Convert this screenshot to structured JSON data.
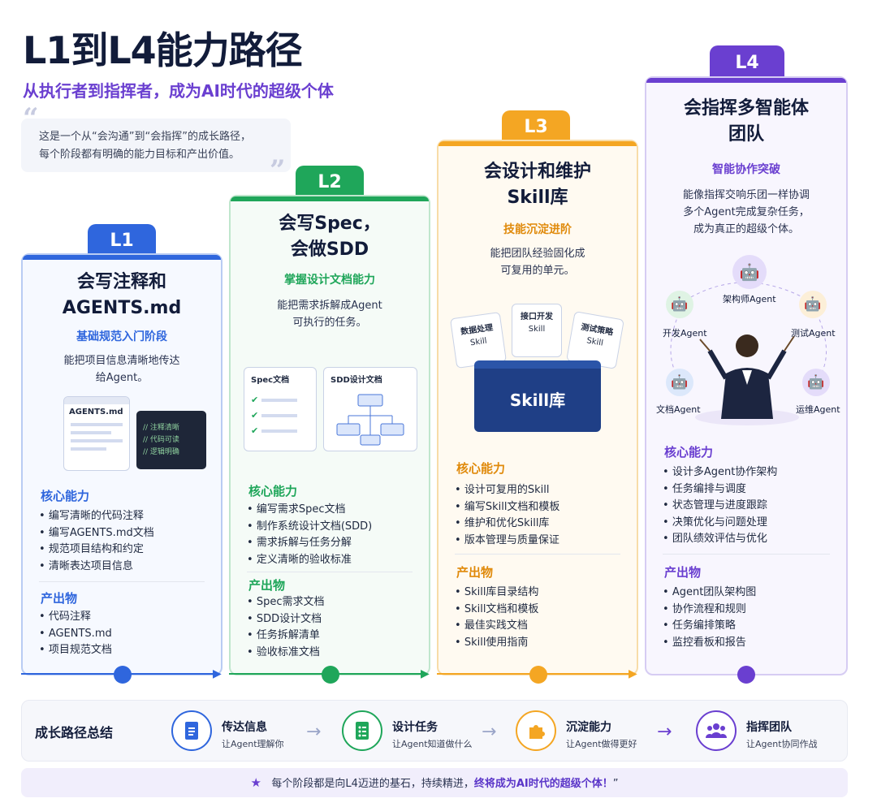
{
  "header": {
    "title": "L1到L4能力路径",
    "subtitle": "从执行者到指挥者，成为AI时代的超级个体",
    "intro_line1": "这是一个从“会沟通”到“会指挥”的成长路径，",
    "intro_line2": "每个阶段都有明确的能力目标和产出价值。"
  },
  "colors": {
    "l1": "#2f66dd",
    "l2": "#1fa65a",
    "l3": "#f4a623",
    "l4": "#6a3fd0"
  },
  "cards": [
    {
      "badge": "L1",
      "title_line1": "会写注释和",
      "title_line2": "AGENTS.md",
      "subtitle": "基础规范入门阶段",
      "desc_line1": "能把项目信息清晰地传达",
      "desc_line2": "给Agent。",
      "illustration": {
        "doc_title": "AGENTS.md",
        "code_lines": [
          "// 注释清晰",
          "// 代码可读",
          "// 逻辑明确"
        ]
      },
      "core_title": "核心能力",
      "core": [
        "编写清晰的代码注释",
        "编写AGENTS.md文档",
        "规范项目结构和约定",
        "清晰表达项目信息"
      ],
      "output_title": "产出物",
      "outputs": [
        "代码注释",
        "AGENTS.md",
        "项目规范文档"
      ]
    },
    {
      "badge": "L2",
      "title_line1": "会写Spec，",
      "title_line2": "会做SDD",
      "subtitle": "掌握设计文档能力",
      "desc_line1": "能把需求拆解成Agent",
      "desc_line2": "可执行的任务。",
      "illustration": {
        "doc1_title": "Spec文档",
        "doc2_title": "SDD设计文档"
      },
      "core_title": "核心能力",
      "core": [
        "编写需求Spec文档",
        "制作系统设计文档(SDD)",
        "需求拆解与任务分解",
        "定义清晰的验收标准"
      ],
      "output_title": "产出物",
      "outputs": [
        "Spec需求文档",
        "SDD设计文档",
        "任务拆解清单",
        "验收标准文档"
      ]
    },
    {
      "badge": "L3",
      "title_line1": "会设计和维护",
      "title_line2": "Skill库",
      "subtitle": "技能沉淀进阶",
      "desc_line1": "能把团队经验固化成",
      "desc_line2": "可复用的单元。",
      "illustration": {
        "box_label": "Skill库",
        "cards": [
          {
            "line1": "数据处理",
            "line2": "Skill"
          },
          {
            "line1": "接口开发",
            "line2": "Skill"
          },
          {
            "line1": "测试策略",
            "line2": "Skill"
          }
        ]
      },
      "core_title": "核心能力",
      "core": [
        "设计可复用的Skill",
        "编写Skill文档和模板",
        "维护和优化Skill库",
        "版本管理与质量保证"
      ],
      "output_title": "产出物",
      "outputs": [
        "Skill库目录结构",
        "Skill文档和模板",
        "最佳实践文档",
        "Skill使用指南"
      ]
    },
    {
      "badge": "L4",
      "title_line1": "会指挥多智能体",
      "title_line2": "团队",
      "subtitle": "智能协作突破",
      "desc_line1": "能像指挥交响乐团一样协调",
      "desc_line2": "多个Agent完成复杂任务，",
      "desc_line3": "成为真正的超级个体。",
      "illustration": {
        "agents": [
          "架构师Agent",
          "开发Agent",
          "测试Agent",
          "文档Agent",
          "运维Agent"
        ]
      },
      "core_title": "核心能力",
      "core": [
        "设计多Agent协作架构",
        "任务编排与调度",
        "状态管理与进度跟踪",
        "决策优化与问题处理",
        "团队绩效评估与优化"
      ],
      "output_title": "产出物",
      "outputs": [
        "Agent团队架构图",
        "协作流程和规则",
        "任务编排策略",
        "监控看板和报告"
      ]
    }
  ],
  "summary": {
    "title": "成长路径总结",
    "steps": [
      {
        "title": "传达信息",
        "sub": "让Agent理解你",
        "icon": "document-icon"
      },
      {
        "title": "设计任务",
        "sub": "让Agent知道做什么",
        "icon": "checklist-icon"
      },
      {
        "title": "沉淀能力",
        "sub": "让Agent做得更好",
        "icon": "puzzle-icon"
      },
      {
        "title": "指挥团队",
        "sub": "让Agent协同作战",
        "icon": "team-icon"
      }
    ]
  },
  "footer": {
    "prefix": "每个阶段都是向L4迈进的基石，持续精进，",
    "highlight": "终将成为AI时代的超级个体！",
    "suffix": "”"
  }
}
